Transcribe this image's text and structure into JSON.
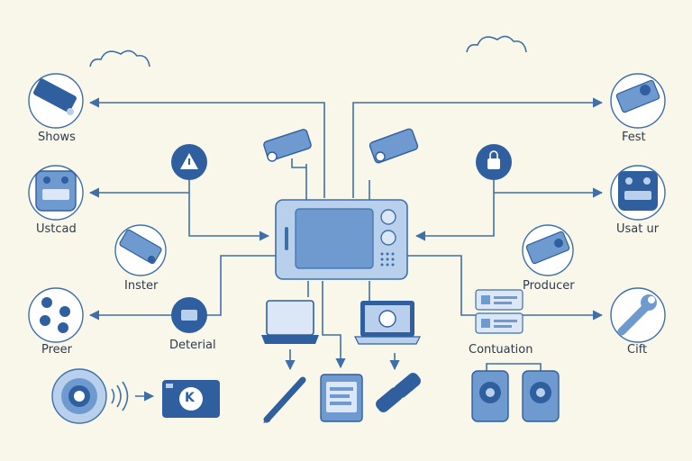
{
  "labels": {
    "shows": "Shows",
    "fest": "Fest",
    "ustcad": "Ustcad",
    "usat_ur": "Usat ur",
    "inster": "Inster",
    "producer": "Producer",
    "preer": "Preer",
    "deterial": "Deterial",
    "contuation": "Contuation",
    "cift": "Cift"
  },
  "icons": {
    "hub": "control-panel-device-icon",
    "badge_letter": "K"
  },
  "colors": {
    "background": "#f8f7ea",
    "line": "#3f6fa8",
    "device_dark": "#2f5f9e",
    "device_mid": "#6f9ad0",
    "device_light": "#b9d0ec",
    "circle_bg": "#ffffff",
    "text": "#2f3a4f"
  }
}
